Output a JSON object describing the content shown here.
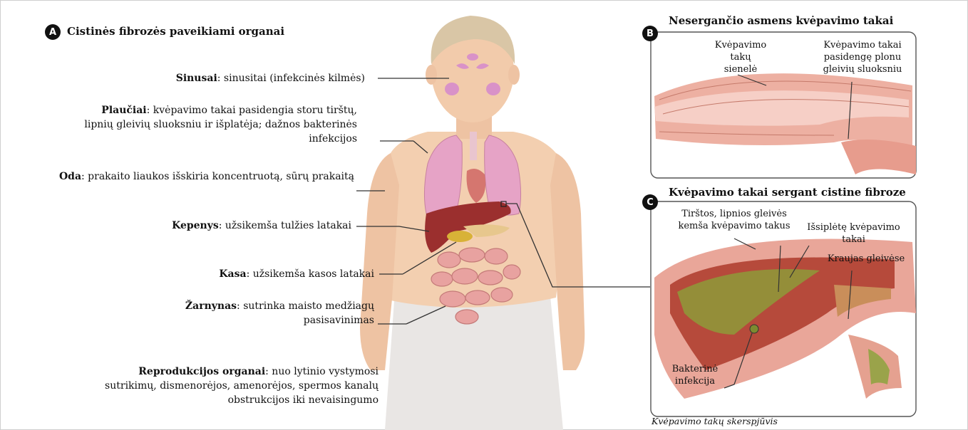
{
  "panel_a": {
    "badge": "A",
    "title": "Cistinės fibrozės paveikiami organai",
    "labels": [
      {
        "bold": "Sinusai",
        "text": ": sinusitai (infekcinės kilmės)"
      },
      {
        "bold": "Plaučiai",
        "text": ": kvėpavimo takai pasidengia storu tirštų, lipnių gleivių sluoksniu ir išplatėja; dažnos bakterinės infekcijos"
      },
      {
        "bold": "Oda",
        "text": ": prakaito liaukos išskiria koncentruotą, sūrų prakaitą"
      },
      {
        "bold": "Kepenys",
        "text": ": užsikemša tulžies latakai"
      },
      {
        "bold": "Kasa",
        "text": ": užsikemša kasos latakai"
      },
      {
        "bold": "Žarnynas",
        "text": ": sutrinka maisto medžiagų pasisavinimas"
      },
      {
        "bold": "Reprodukcijos organai",
        "text": ": nuo lytinio vystymosi sutrikimų, dismenorėjos, amenorėjos, spermos kanalų obstrukcijos iki nevaisingumo"
      }
    ]
  },
  "panel_b": {
    "badge": "B",
    "title": "Nesergančio asmens kvėpavimo takai",
    "labels": [
      "Kvėpavimo takų sienelė",
      "Kvėpavimo takai pasidengę plonu gleivių sluoksniu"
    ]
  },
  "panel_c": {
    "badge": "C",
    "title": "Kvėpavimo takai sergant cistine fibroze",
    "labels": [
      "Tirštos, lipnios gleivės kemša kvėpavimo takus",
      "Išsiplėtę kvėpavimo takai",
      "Kraujas gleivėse",
      "Bakterinė infekcija"
    ],
    "caption": "Kvėpavimo takų skerspjūvis"
  }
}
